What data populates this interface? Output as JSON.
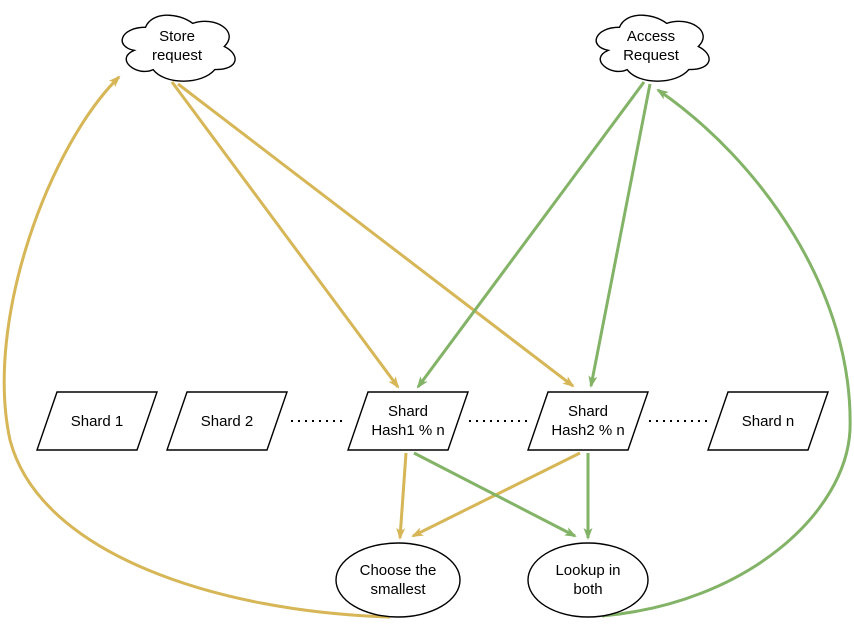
{
  "title": "Sharding store/access request routing diagram",
  "colors": {
    "store_flow": "#D6B656",
    "access_flow": "#82B366",
    "shape_stroke": "#000000",
    "background": "#FFFFFF",
    "text": "#000000"
  },
  "nodes": {
    "store_cloud": {
      "label": "Store\nrequest",
      "shape": "cloud"
    },
    "access_cloud": {
      "label": "Access\nRequest",
      "shape": "cloud"
    },
    "shard1": {
      "label": "Shard 1",
      "shape": "parallelogram"
    },
    "shard2": {
      "label": "Shard 2",
      "shape": "parallelogram"
    },
    "shard_hash1": {
      "label": "Shard\nHash1 % n",
      "shape": "parallelogram"
    },
    "shard_hash2": {
      "label": "Shard\nHash2 % n",
      "shape": "parallelogram"
    },
    "shard_n": {
      "label": "Shard n",
      "shape": "parallelogram"
    },
    "choose_smallest": {
      "label": "Choose the\nsmallest",
      "shape": "ellipse"
    },
    "lookup_both": {
      "label": "Lookup in\nboth",
      "shape": "ellipse"
    }
  },
  "edges": [
    {
      "from": "store_cloud",
      "to": "shard_hash1",
      "color": "store_flow",
      "style": "arrow"
    },
    {
      "from": "store_cloud",
      "to": "shard_hash2",
      "color": "store_flow",
      "style": "arrow"
    },
    {
      "from": "access_cloud",
      "to": "shard_hash1",
      "color": "access_flow",
      "style": "arrow"
    },
    {
      "from": "access_cloud",
      "to": "shard_hash2",
      "color": "access_flow",
      "style": "arrow"
    },
    {
      "from": "shard_hash1",
      "to": "choose_smallest",
      "color": "store_flow",
      "style": "arrow"
    },
    {
      "from": "shard_hash2",
      "to": "choose_smallest",
      "color": "store_flow",
      "style": "arrow"
    },
    {
      "from": "shard_hash1",
      "to": "lookup_both",
      "color": "access_flow",
      "style": "arrow"
    },
    {
      "from": "shard_hash2",
      "to": "lookup_both",
      "color": "access_flow",
      "style": "arrow"
    },
    {
      "from": "choose_smallest",
      "to": "store_cloud",
      "color": "store_flow",
      "style": "curved-arrow"
    },
    {
      "from": "lookup_both",
      "to": "access_cloud",
      "color": "access_flow",
      "style": "curved-arrow"
    },
    {
      "from": "shard2",
      "to": "shard_hash1",
      "color": "shape_stroke",
      "style": "dotted"
    },
    {
      "from": "shard_hash1",
      "to": "shard_hash2",
      "color": "shape_stroke",
      "style": "dotted"
    },
    {
      "from": "shard_hash2",
      "to": "shard_n",
      "color": "shape_stroke",
      "style": "dotted"
    }
  ]
}
